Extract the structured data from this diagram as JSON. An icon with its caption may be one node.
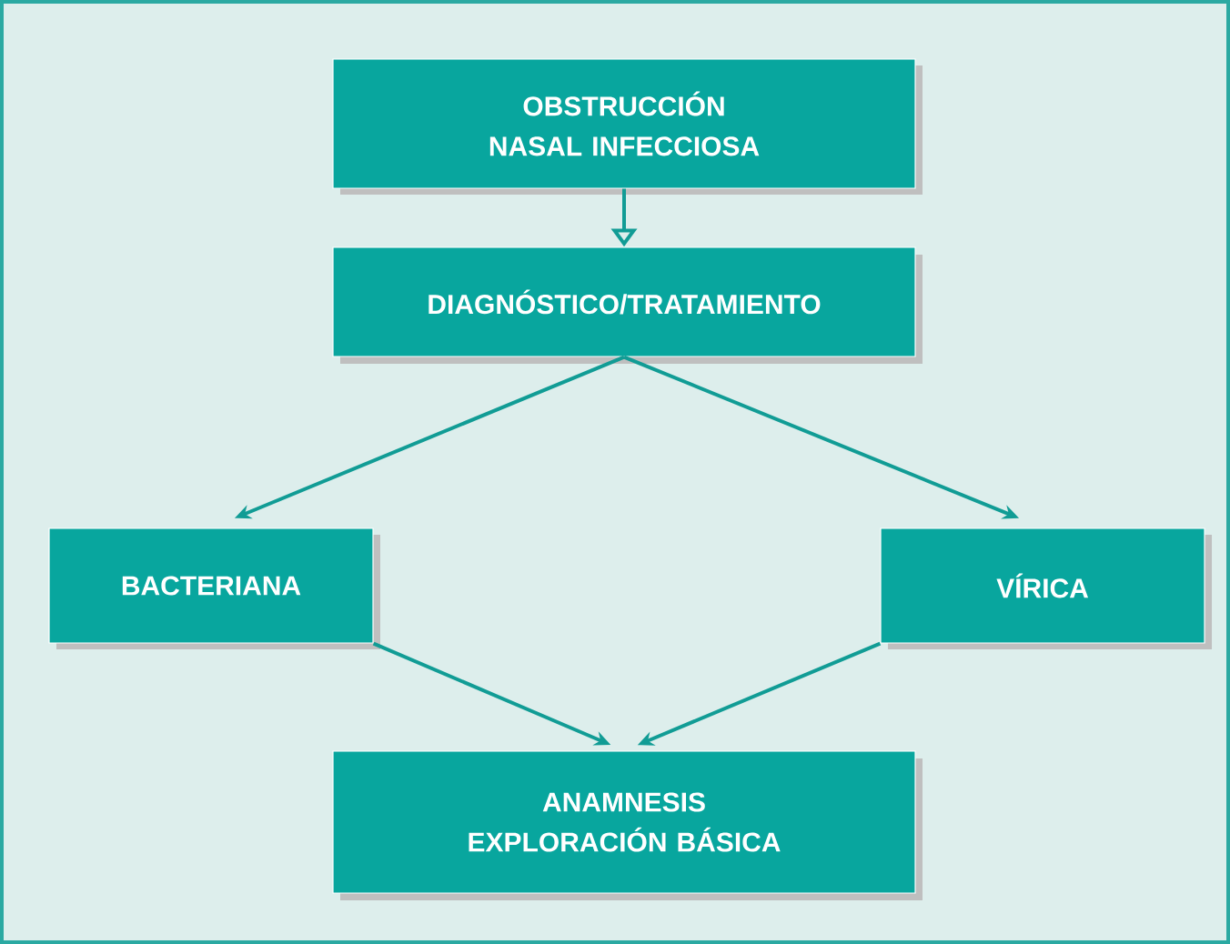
{
  "diagram": {
    "nodes": [
      {
        "text": [
          "OBSTRUCCIÓN NASAL INFECCIOSA"
        ]
      },
      {
        "text": [
          "DIAGNÓSTICO/TRATAMIENTO"
        ]
      },
      {
        "text": [
          "BACTERIANA"
        ]
      },
      {
        "text": [
          "VÍRICA"
        ]
      },
      {
        "text": [
          "ANAMNESIS EXPLORACIÓN BÁSICA"
        ]
      }
    ],
    "edges": [
      {
        "from": 0,
        "to": 1,
        "arrow": "to"
      },
      {
        "from": 1,
        "to": 2,
        "arrow": "to"
      },
      {
        "from": 1,
        "to": 3,
        "arrow": "to"
      },
      {
        "from": 2,
        "to": 4,
        "arrow": "to"
      },
      {
        "from": 3,
        "to": 4,
        "arrow": "to"
      }
    ]
  }
}
